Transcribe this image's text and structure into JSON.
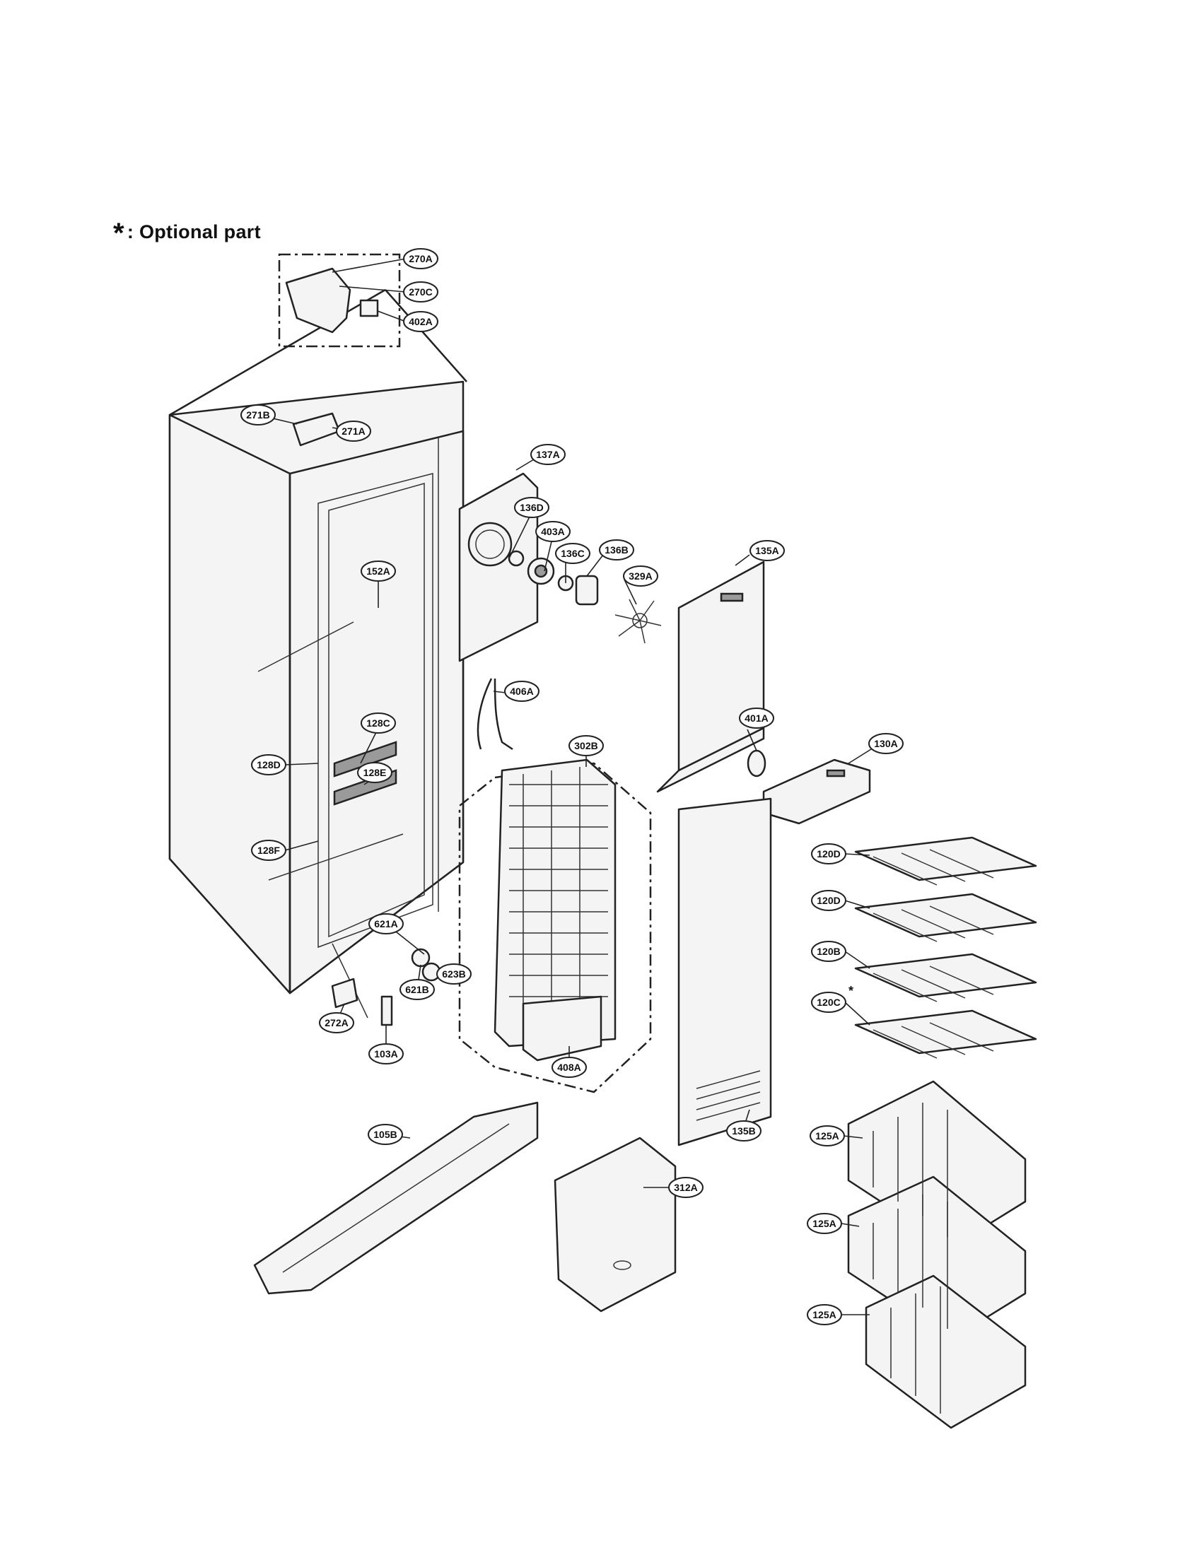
{
  "legend": {
    "symbol": "*",
    "text": ": Optional part"
  },
  "callouts": [
    {
      "id": "270A",
      "label": "270A"
    },
    {
      "id": "270C",
      "label": "270C"
    },
    {
      "id": "402A",
      "label": "402A"
    },
    {
      "id": "271B",
      "label": "271B"
    },
    {
      "id": "271A",
      "label": "271A"
    },
    {
      "id": "137A",
      "label": "137A"
    },
    {
      "id": "136D",
      "label": "136D"
    },
    {
      "id": "403A",
      "label": "403A"
    },
    {
      "id": "136C",
      "label": "136C"
    },
    {
      "id": "136B",
      "label": "136B"
    },
    {
      "id": "329A",
      "label": "329A"
    },
    {
      "id": "135A",
      "label": "135A"
    },
    {
      "id": "152A",
      "label": "152A"
    },
    {
      "id": "406A",
      "label": "406A"
    },
    {
      "id": "302B",
      "label": "302B"
    },
    {
      "id": "401A",
      "label": "401A"
    },
    {
      "id": "130A",
      "label": "130A"
    },
    {
      "id": "128C",
      "label": "128C"
    },
    {
      "id": "128D",
      "label": "128D"
    },
    {
      "id": "128E",
      "label": "128E"
    },
    {
      "id": "128F",
      "label": "128F"
    },
    {
      "id": "120D-1",
      "label": "120D"
    },
    {
      "id": "120D-2",
      "label": "120D"
    },
    {
      "id": "120B",
      "label": "120B"
    },
    {
      "id": "120C",
      "label": "120C",
      "optional": "*"
    },
    {
      "id": "621A",
      "label": "621A"
    },
    {
      "id": "623B",
      "label": "623B"
    },
    {
      "id": "621B",
      "label": "621B"
    },
    {
      "id": "272A",
      "label": "272A"
    },
    {
      "id": "103A",
      "label": "103A"
    },
    {
      "id": "408A",
      "label": "408A"
    },
    {
      "id": "135B",
      "label": "135B"
    },
    {
      "id": "105B",
      "label": "105B"
    },
    {
      "id": "312A",
      "label": "312A"
    },
    {
      "id": "125A-1",
      "label": "125A"
    },
    {
      "id": "125A-2",
      "label": "125A"
    },
    {
      "id": "125A-3",
      "label": "125A"
    }
  ]
}
